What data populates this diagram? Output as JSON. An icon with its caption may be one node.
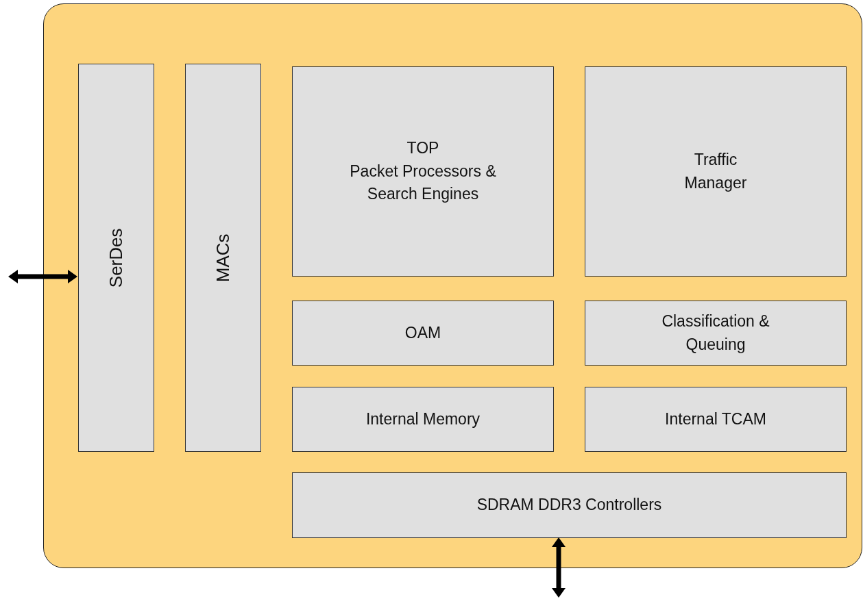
{
  "diagram": {
    "nodes": [
      {
        "text": [],
        "shape": "box"
      },
      {
        "text": [
          "SerDes"
        ],
        "in": 0
      },
      {
        "text": [
          "MACs"
        ],
        "in": 0
      },
      {
        "text": [
          "TOP",
          "Packet Processors & Search Engines"
        ],
        "in": 0
      },
      {
        "text": [
          "Traffic Manager"
        ],
        "in": 0
      },
      {
        "text": [
          "OAM"
        ],
        "in": 0
      },
      {
        "text": [
          "Classification & Queuing"
        ],
        "in": 0
      },
      {
        "text": [
          "Internal Memory"
        ],
        "in": 0
      },
      {
        "text": [
          "Internal TCAM"
        ],
        "in": 0
      },
      {
        "text": [
          "SDRAM DDR3 Controllers"
        ],
        "in": 0
      }
    ],
    "edges": [
      {
        "from": null,
        "to": 1,
        "arrow": "both"
      },
      {
        "from": null,
        "to": 9,
        "arrow": "both"
      }
    ]
  }
}
